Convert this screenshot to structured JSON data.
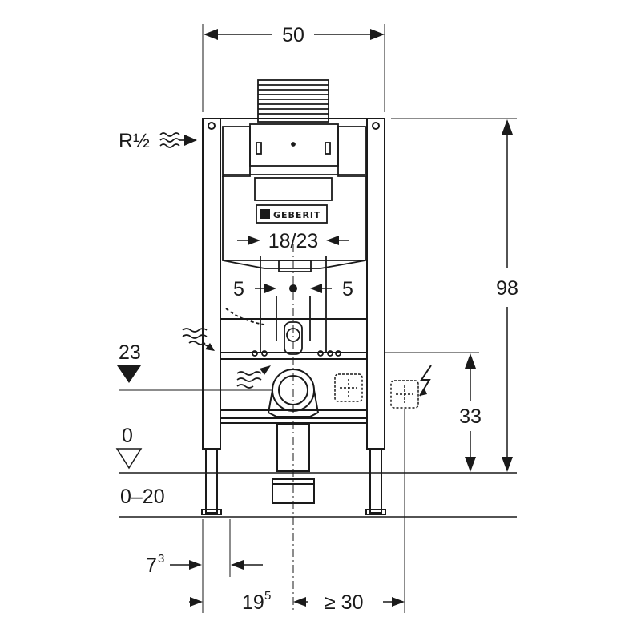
{
  "diagram": {
    "brand_logo": "GEBERIT",
    "dimensions": {
      "frame_width": "50",
      "flush_pipe_spacing": "18/23",
      "left_offset": "5",
      "right_offset": "5",
      "total_height": "98",
      "outlet_height": "33",
      "supply_connection": "R½",
      "drain_height": "23",
      "floor_level": "0",
      "floor_adjust": "0–20",
      "foot_offset_base": "7",
      "foot_offset_sup": "3",
      "center_offset_base": "19",
      "center_offset_sup": "5",
      "side_clearance": "≥ 30"
    }
  }
}
